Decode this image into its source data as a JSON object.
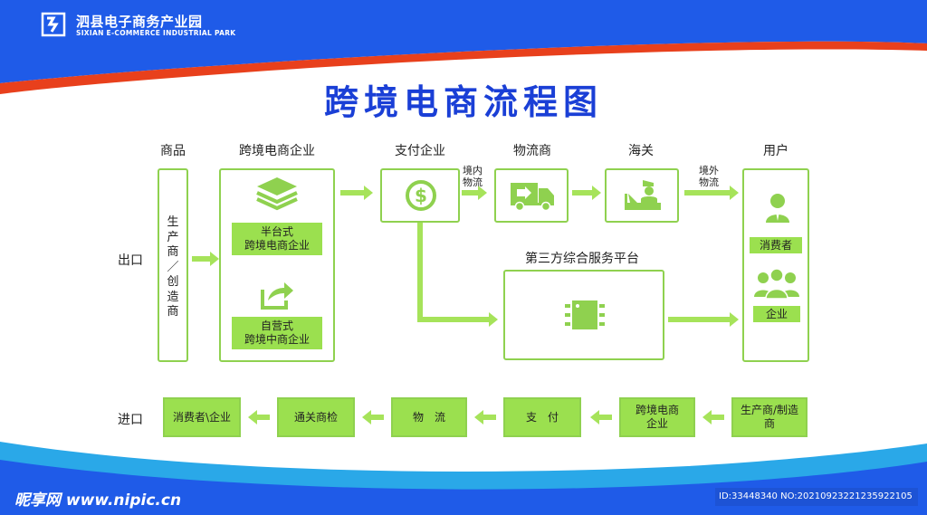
{
  "brand": {
    "name_cn": "泗县电子商务产业园",
    "name_en": "SIXIAN E-COMMERCE INDUSTRIAL PARK"
  },
  "title": "跨境电商流程图",
  "columns": {
    "goods": "商品",
    "cbec": "跨境电商企业",
    "payment": "支付企业",
    "logistics": "物流商",
    "customs": "海关",
    "user": "用户"
  },
  "side_labels": {
    "export": "出口",
    "import": "进口"
  },
  "producer_vertical": "生产商／创造商",
  "cbec_tags": {
    "platform": [
      "半台式",
      "跨境电商企业"
    ],
    "self_run": [
      "自营式",
      "跨境中商企业"
    ]
  },
  "arrow_labels": {
    "domestic": [
      "境内",
      "物流"
    ],
    "overseas": [
      "境外",
      "物流"
    ]
  },
  "third_party": "第三方综合服务平台",
  "user_tags": {
    "consumer": "消费者",
    "enterprise": "企业"
  },
  "import_flow": [
    "消费者\\企业",
    "通关商检",
    "物　流",
    "支　付",
    "跨境电商\n企业",
    "生产商/制造\n商"
  ],
  "footer": {
    "site": "昵享网 www.nipic.cn",
    "id": "ID:33448340 NO:20210923221235922105"
  },
  "colors": {
    "accent_green": "#9be04f",
    "border_green": "#8fd14f",
    "arrow_green": "#a6e35a",
    "title_blue": "#1a3fd6",
    "banner_blue": "#1f5be8",
    "banner_red": "#e8401c"
  }
}
